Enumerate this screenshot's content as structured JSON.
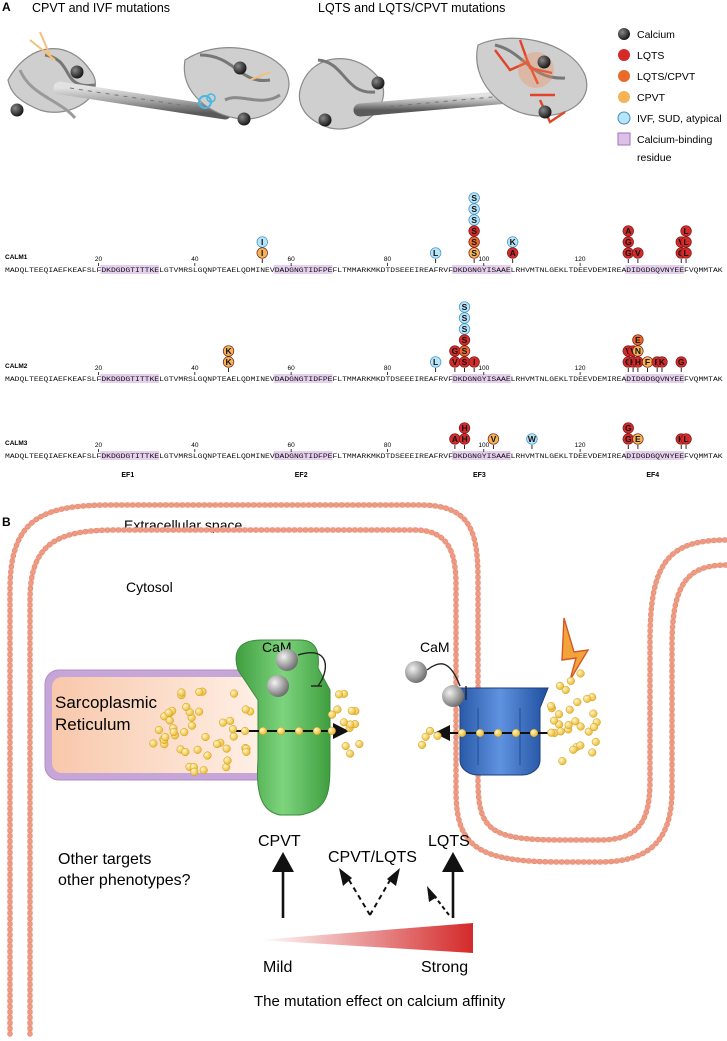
{
  "panel_a": {
    "label": "A",
    "left_title": "CPVT and IVF mutations",
    "right_title": "LQTS and LQTS/CPVT mutations",
    "legend": [
      {
        "label": "Calcium",
        "kind": "calcium"
      },
      {
        "label": "LQTS",
        "kind": "lqts"
      },
      {
        "label": "LQTS/CPVT",
        "kind": "lqts_cpvt"
      },
      {
        "label": "CPVT",
        "kind": "cpvt"
      },
      {
        "label": "IVF, SUD, atypical",
        "kind": "ivf"
      },
      {
        "label": "Calcium-binding",
        "kind": "binding"
      },
      {
        "label": "residue",
        "kind": "binding_cont"
      }
    ],
    "rows": [
      {
        "name": "CALM1",
        "sequence": "MADQLTEEQIAEFKEAFSLFDKDGDGTITTKELGTVMRSLGQNPTEAELQDMINEVDADGNGTIDFPEFLTMMARKMKDTDSEEEIREAFRVFDKDGNGYISAAELRHVMTNLGEKLTDEEVDEMIREADIDGDGQVNYEEFVQMMTAK"
      },
      {
        "name": "CALM2",
        "sequence": "MADQLTEEQIAEFKEAFSLFDKDGDGTITTKELGTVMRSLGQNPTEAELQDMINEVDADGNGTIDFPEFLTMMARKMKDTDSEEEIREAFRVFDKDGNGYISAAELRHVMTNLGEKLTDEEVDEMIREADIDGDGQVNYEEFVQMMTAK"
      },
      {
        "name": "CALM3",
        "sequence": "MADQLTEEQIAEFKEAFSLFDKDGDGTITTKELGTVMRSLGQNPTEAELQDMINEVDADGNGTIDFPEFLTMMARKMKDTDSEEEIREAFRVFDKDGNGYISAAELRHVMTNLGEKLTDEEVDEMIREADIDGDGQVNYEEFVQMMTAK"
      }
    ],
    "ticks": [
      "20",
      "40",
      "60",
      "80",
      "100",
      "120"
    ],
    "ef_labels": [
      "EF1",
      "EF2",
      "EF3",
      "EF4"
    ],
    "mutations": [
      {
        "row": 0,
        "pos": 54,
        "stack": [
          "I",
          "I"
        ],
        "classes": [
          "ivf",
          "cpvt"
        ]
      },
      {
        "row": 0,
        "pos": 90,
        "stack": [
          "L"
        ],
        "classes": [
          "ivf"
        ]
      },
      {
        "row": 0,
        "pos": 98,
        "stack": [
          "S",
          "S",
          "S",
          "S",
          "S",
          "S"
        ],
        "classes": [
          "ivf",
          "ivf",
          "ivf",
          "lqts",
          "lqts_cpvt",
          "cpvt"
        ]
      },
      {
        "row": 0,
        "pos": 106,
        "stack": [
          "K",
          "A"
        ],
        "classes": [
          "ivf",
          "lqts"
        ]
      },
      {
        "row": 0,
        "pos": 130,
        "stack": [
          "A",
          "G",
          "G"
        ],
        "classes": [
          "lqts",
          "lqts",
          "lqts"
        ]
      },
      {
        "row": 0,
        "pos": 132,
        "stack": [
          "V"
        ],
        "classes": [
          "lqts"
        ]
      },
      {
        "row": 0,
        "pos": 141,
        "stack": [
          "V",
          "G"
        ],
        "classes": [
          "lqts",
          "lqts"
        ]
      },
      {
        "row": 0,
        "pos": 142,
        "stack": [
          "L",
          "L",
          "L"
        ],
        "classes": [
          "lqts",
          "lqts",
          "lqts"
        ]
      },
      {
        "row": 1,
        "pos": 47,
        "stack": [
          "K",
          "K"
        ],
        "classes": [
          "cpvt",
          "cpvt"
        ]
      },
      {
        "row": 1,
        "pos": 90,
        "stack": [
          "L"
        ],
        "classes": [
          "ivf"
        ]
      },
      {
        "row": 1,
        "pos": 94,
        "stack": [
          "G",
          "V"
        ],
        "classes": [
          "lqts",
          "lqts"
        ]
      },
      {
        "row": 1,
        "pos": 96,
        "stack": [
          "S",
          "S",
          "S",
          "S",
          "S",
          "S"
        ],
        "classes": [
          "ivf",
          "ivf",
          "ivf",
          "lqts",
          "lqts_cpvt",
          "lqts"
        ]
      },
      {
        "row": 1,
        "pos": 98,
        "stack": [
          "I"
        ],
        "classes": [
          "lqts"
        ]
      },
      {
        "row": 1,
        "pos": 130,
        "stack": [
          "V",
          "G"
        ],
        "classes": [
          "lqts",
          "lqts"
        ]
      },
      {
        "row": 1,
        "pos": 131,
        "stack": [
          "V",
          "H"
        ],
        "classes": [
          "lqts",
          "lqts"
        ]
      },
      {
        "row": 1,
        "pos": 132,
        "stack": [
          "E",
          "N",
          "H"
        ],
        "classes": [
          "lqts_cpvt",
          "cpvt",
          "lqts"
        ]
      },
      {
        "row": 1,
        "pos": 134,
        "stack": [
          "F"
        ],
        "classes": [
          "cpvt"
        ]
      },
      {
        "row": 1,
        "pos": 136,
        "stack": [
          "P"
        ],
        "classes": [
          "lqts"
        ]
      },
      {
        "row": 1,
        "pos": 137,
        "stack": [
          "K"
        ],
        "classes": [
          "lqts"
        ]
      },
      {
        "row": 1,
        "pos": 141,
        "stack": [
          "G"
        ],
        "classes": [
          "lqts"
        ]
      },
      {
        "row": 2,
        "pos": 94,
        "stack": [
          "A"
        ],
        "classes": [
          "lqts"
        ]
      },
      {
        "row": 2,
        "pos": 96,
        "stack": [
          "H",
          "H"
        ],
        "classes": [
          "lqts",
          "lqts"
        ]
      },
      {
        "row": 2,
        "pos": 102,
        "stack": [
          "V"
        ],
        "classes": [
          "cpvt"
        ]
      },
      {
        "row": 2,
        "pos": 110,
        "stack": [
          "W"
        ],
        "classes": [
          "ivf"
        ]
      },
      {
        "row": 2,
        "pos": 130,
        "stack": [
          "G",
          "G"
        ],
        "classes": [
          "lqts",
          "lqts"
        ]
      },
      {
        "row": 2,
        "pos": 132,
        "stack": [
          "E"
        ],
        "classes": [
          "cpvt"
        ]
      },
      {
        "row": 2,
        "pos": 141,
        "stack": [
          "K"
        ],
        "classes": [
          "lqts"
        ]
      },
      {
        "row": 2,
        "pos": 142,
        "stack": [
          "L"
        ],
        "classes": [
          "lqts"
        ]
      }
    ]
  },
  "panel_b": {
    "label": "B",
    "extracellular": "Extracellular space",
    "cytosol": "Cytosol",
    "cam_left": "CaM",
    "cam_right": "CaM",
    "sr_line1": "Sarcoplasmic",
    "sr_line2": "Reticulum",
    "cpvt": "CPVT",
    "cpvt_lqts": "CPVT/LQTS",
    "lqts": "LQTS",
    "other_line1": "Other targets",
    "other_line2": "other phenotypes?",
    "mild": "Mild",
    "strong": "Strong",
    "effect_caption": "The mutation effect on calcium affinity"
  },
  "colors": {
    "lqts": "#d42a2a",
    "lqts_cpvt": "#ea6a2a",
    "cpvt": "#f2b455",
    "ivf": "#b9e4f7",
    "ivf_stroke": "#3c8fc5",
    "binding": "#dcc0e8",
    "membrane": "#ef9a82",
    "ryr": "#5cb85c",
    "channel": "#3a6fc4",
    "calcium": "#f6d55c"
  }
}
